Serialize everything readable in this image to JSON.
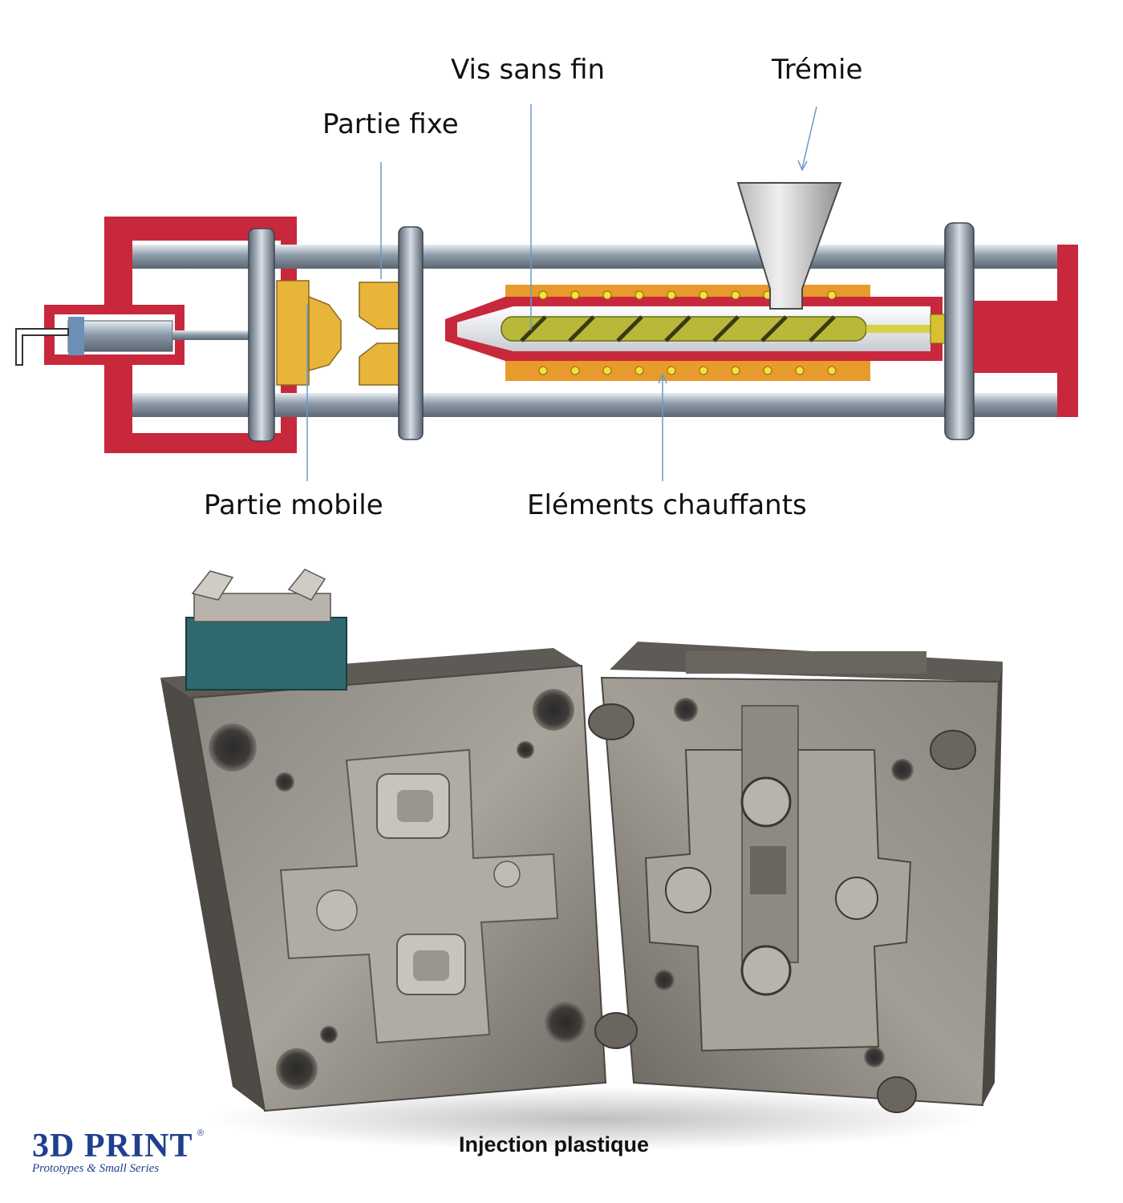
{
  "diagram": {
    "labels": {
      "vis_sans_fin": "Vis sans fin",
      "tremie": "Trémie",
      "partie_fixe": "Partie fixe",
      "partie_mobile": "Partie mobile",
      "elements_chauffants": "Eléments chauffants"
    },
    "colors": {
      "frame_red": "#c8283c",
      "bar_steel": "#8c9aa8",
      "mold_yellow": "#e8b53a",
      "screw_green": "#b8b83a",
      "heater_orange": "#e89a2c",
      "pointer_blue": "#6a9ac8"
    }
  },
  "photo": {
    "caption": "Injection plastique"
  },
  "logo": {
    "main": "3D PRINT",
    "registered": "®",
    "tagline": "Prototypes & Small Series"
  }
}
